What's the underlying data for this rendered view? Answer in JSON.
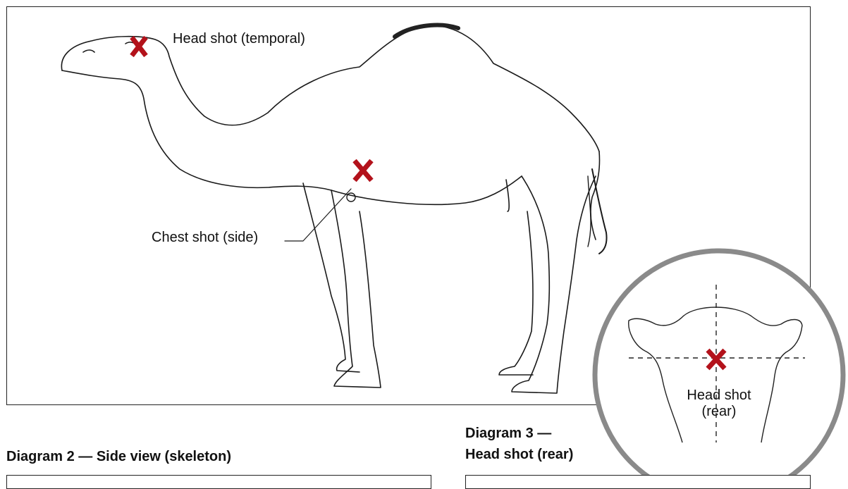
{
  "main_diagram": {
    "head_shot_label": "Head shot (temporal)",
    "chest_shot_label": "Chest shot (side)"
  },
  "inset": {
    "label_line1": "Head shot",
    "label_line2": "(rear)"
  },
  "diagram2": {
    "heading": "Diagram 2 — Side view (skeleton)"
  },
  "diagram3": {
    "heading_line1": "Diagram 3 —",
    "heading_line2": "Head shot (rear)"
  },
  "colors": {
    "marker": "#b3121b",
    "inset_ring": "#8a8a8a",
    "line": "#1a1a1a"
  },
  "icons": {
    "marker": "x-mark-icon"
  }
}
